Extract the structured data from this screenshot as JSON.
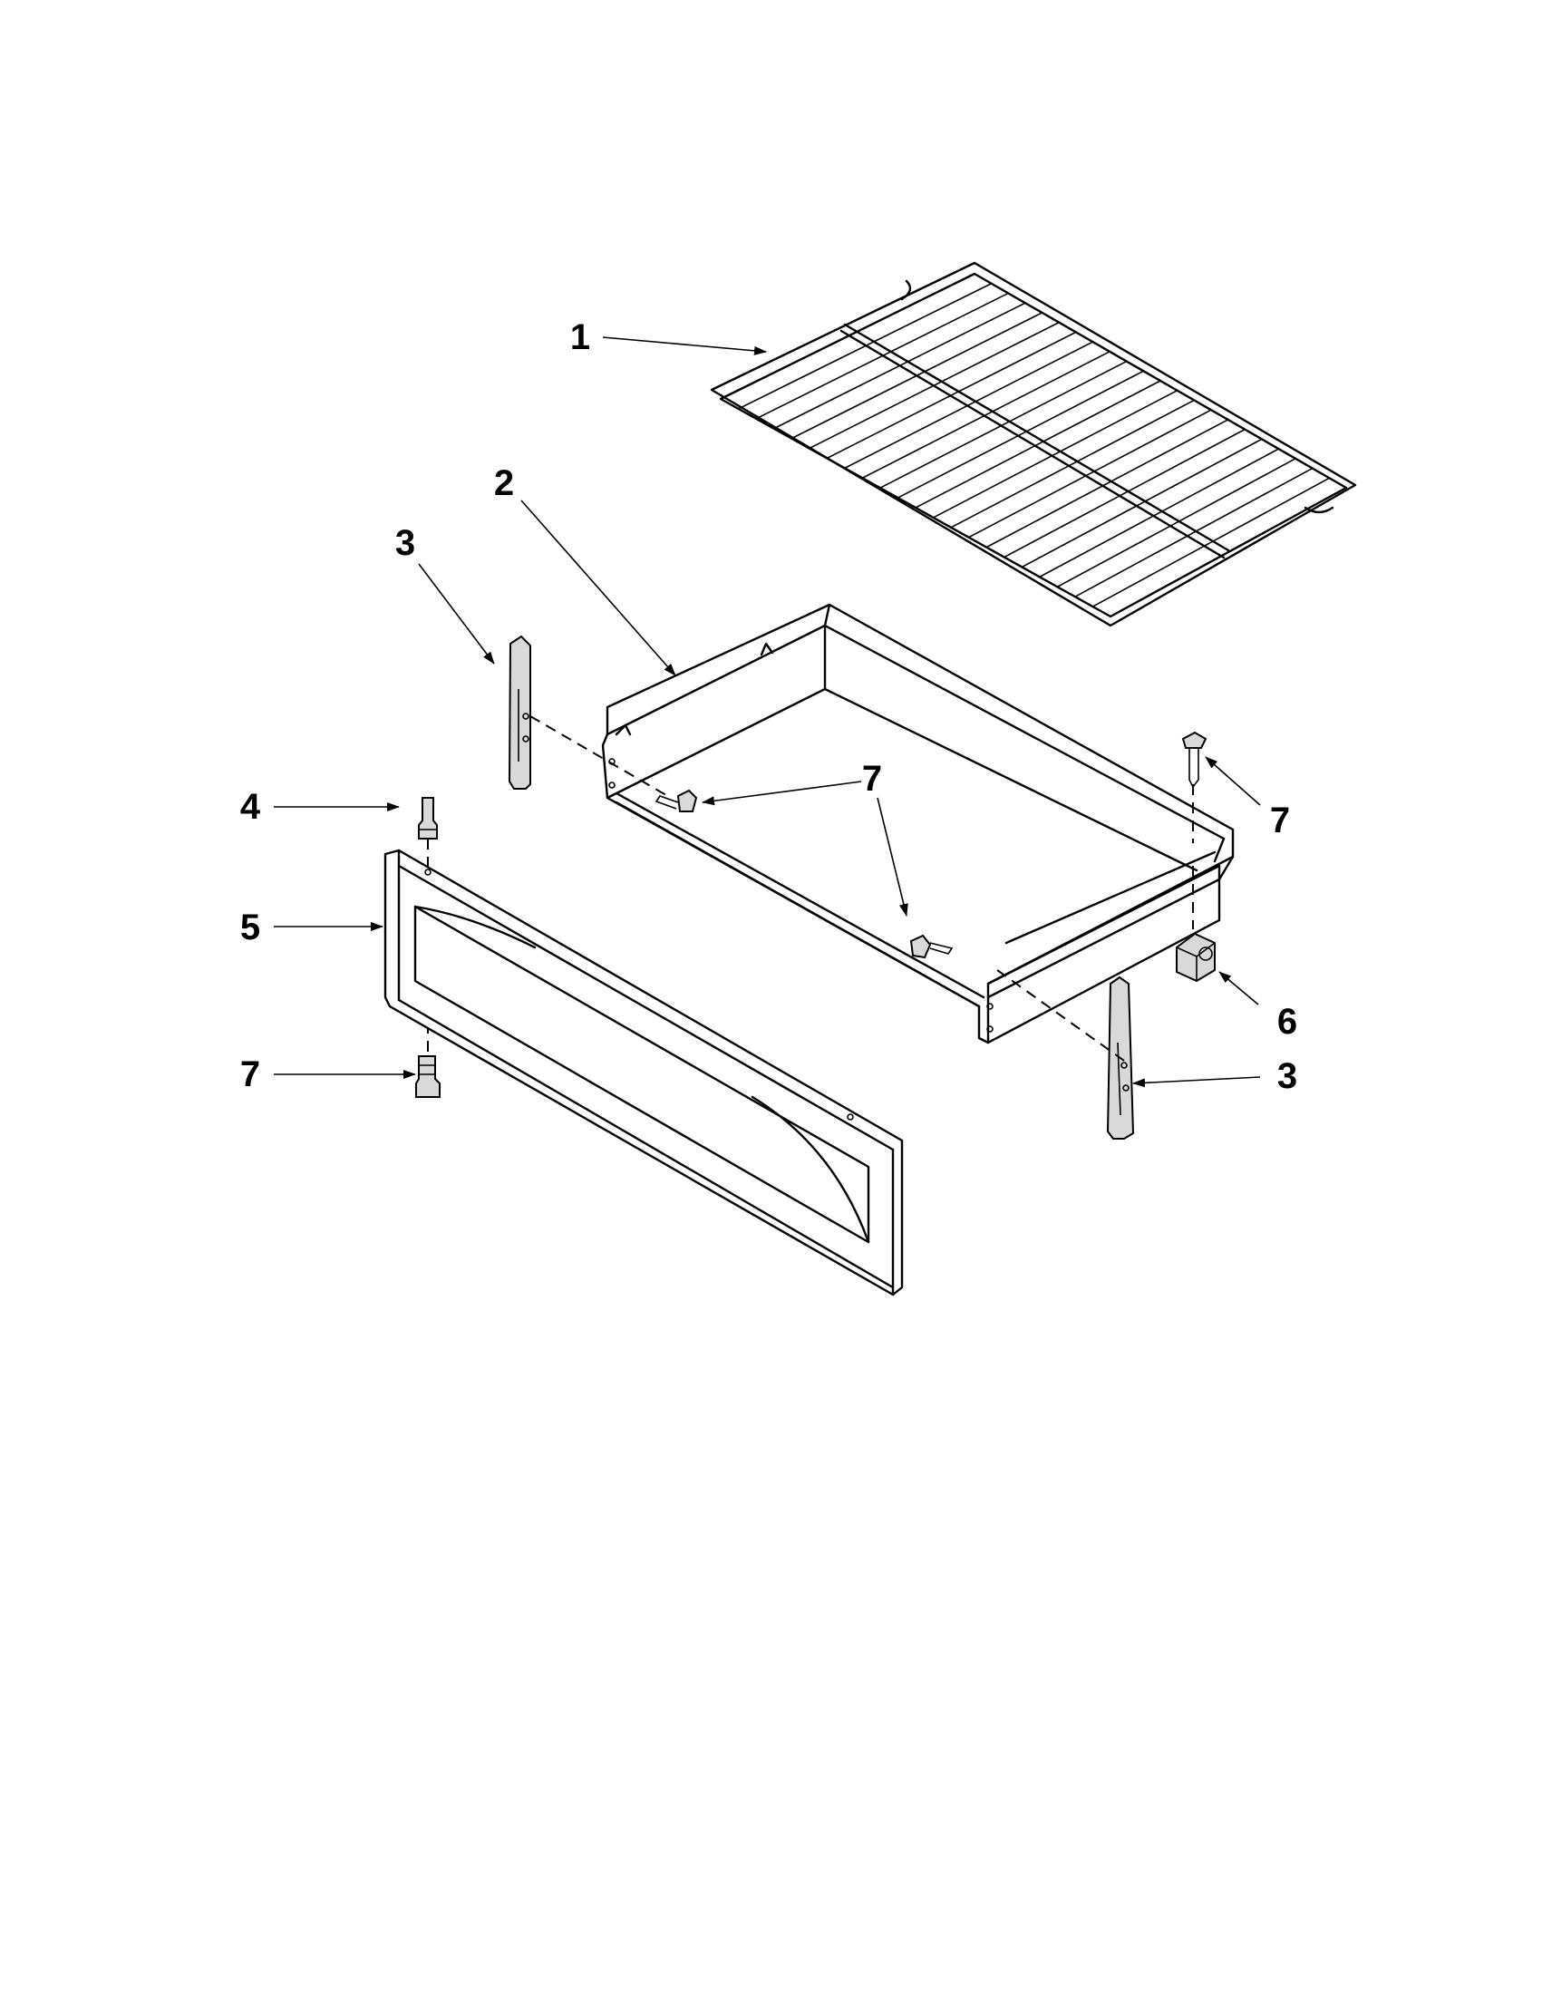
{
  "callouts": [
    {
      "id": "c1",
      "label": "1"
    },
    {
      "id": "c2",
      "label": "2"
    },
    {
      "id": "c3a",
      "label": "3"
    },
    {
      "id": "c3b",
      "label": "3"
    },
    {
      "id": "c4",
      "label": "4"
    },
    {
      "id": "c5",
      "label": "5"
    },
    {
      "id": "c6",
      "label": "6"
    },
    {
      "id": "c7a",
      "label": "7"
    },
    {
      "id": "c7b",
      "label": "7"
    },
    {
      "id": "c7c",
      "label": "7"
    }
  ],
  "colors": {
    "line": "#000000",
    "background": "#ffffff",
    "shading": "#d9d9d9"
  }
}
